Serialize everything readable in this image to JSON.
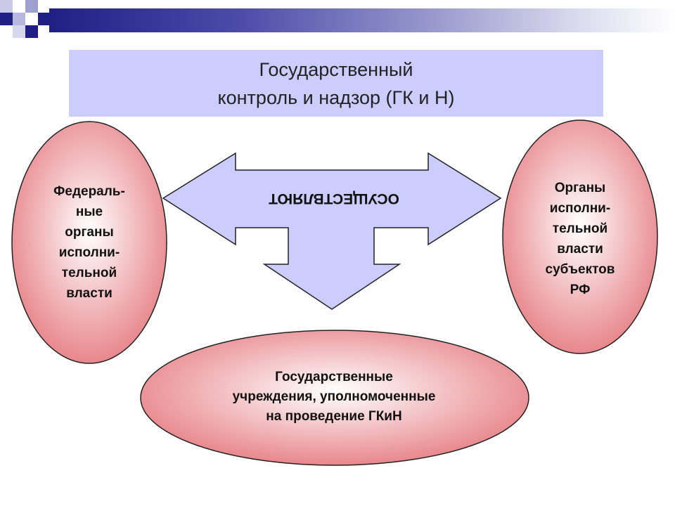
{
  "title": {
    "line1": "Государственный",
    "line2": "контроль и надзор (ГК и Н)"
  },
  "arrow_label": "осуществляют",
  "left_oval": {
    "lines": [
      "Федераль-",
      "ные",
      "органы",
      "исполни-",
      "тельной",
      "власти"
    ]
  },
  "right_oval": {
    "lines": [
      "Органы",
      "исполни-",
      "тельной",
      "власти",
      "субъектов",
      "РФ"
    ]
  },
  "bottom_oval": {
    "lines": [
      "Государственные",
      "учреждения, уполномоченные",
      "на проведение ГКиН"
    ]
  },
  "colors": {
    "title_bg": "#ccccff",
    "arrow_fill": "#ccccff",
    "oval_center": "#ffffff",
    "oval_edge": "#e8878c",
    "accent_dark": "#1f1f86"
  }
}
